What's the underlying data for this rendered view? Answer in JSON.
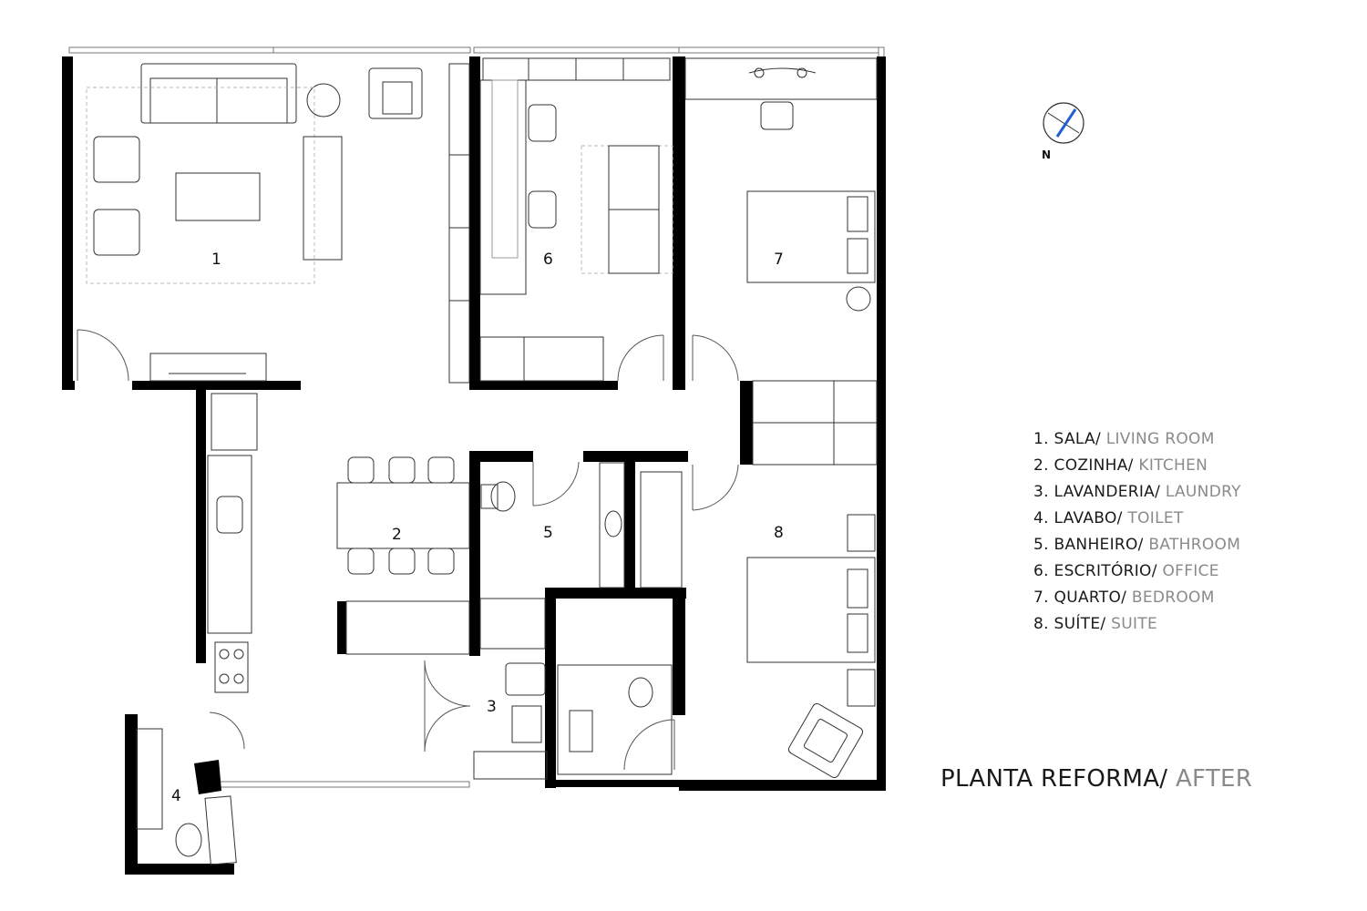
{
  "title": {
    "pt": "PLANTA REFORMA/",
    "en": " AFTER"
  },
  "compass": {
    "label": "N"
  },
  "rooms": [
    {
      "num": "1",
      "pt": "SALA/",
      "en": " LIVING ROOM"
    },
    {
      "num": "2",
      "pt": "COZINHA/",
      "en": " KITCHEN"
    },
    {
      "num": "3",
      "pt": "LAVANDERIA/",
      "en": " LAUNDRY"
    },
    {
      "num": "4",
      "pt": "LAVABO/",
      "en": " TOILET"
    },
    {
      "num": "5",
      "pt": "BANHEIRO/",
      "en": " BATHROOM"
    },
    {
      "num": "6",
      "pt": "ESCRITÓRIO/",
      "en": " OFFICE"
    },
    {
      "num": "7",
      "pt": "QUARTO/",
      "en": " BEDROOM"
    },
    {
      "num": "8",
      "pt": "SUÍTE/",
      "en": " SUITE"
    }
  ],
  "legend_prefix": [
    "1. ",
    "2. ",
    "3. ",
    "4. ",
    "5. ",
    "6. ",
    "7. ",
    "8. "
  ]
}
